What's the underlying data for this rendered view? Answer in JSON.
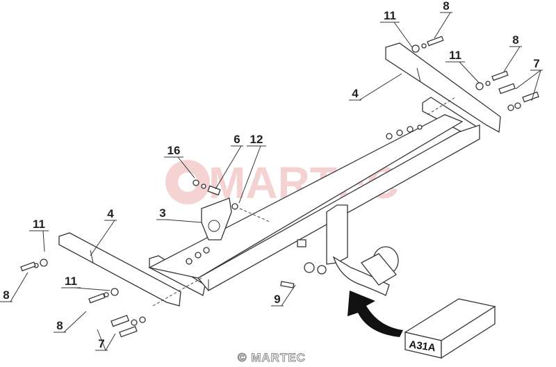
{
  "watermark": "MARTEC",
  "copyright": "© MARTEC",
  "kit_box_label": "A31A",
  "callouts": [
    {
      "id": "c1",
      "number": "11"
    },
    {
      "id": "c2",
      "number": "8"
    },
    {
      "id": "c3",
      "number": "11"
    },
    {
      "id": "c4",
      "number": "8"
    },
    {
      "id": "c5",
      "number": "7"
    },
    {
      "id": "c6",
      "number": "4"
    },
    {
      "id": "c7",
      "number": "16"
    },
    {
      "id": "c8",
      "number": "6"
    },
    {
      "id": "c9",
      "number": "12"
    },
    {
      "id": "c10",
      "number": "3"
    },
    {
      "id": "c11",
      "number": "4"
    },
    {
      "id": "c12",
      "number": "11"
    },
    {
      "id": "c13",
      "number": "8"
    },
    {
      "id": "c14",
      "number": "11"
    },
    {
      "id": "c15",
      "number": "8"
    },
    {
      "id": "c16",
      "number": "9"
    },
    {
      "id": "c17",
      "number": "7"
    }
  ],
  "colors": {
    "watermark": "#f2c4c4",
    "line": "#333333",
    "arrow": "#111111"
  }
}
